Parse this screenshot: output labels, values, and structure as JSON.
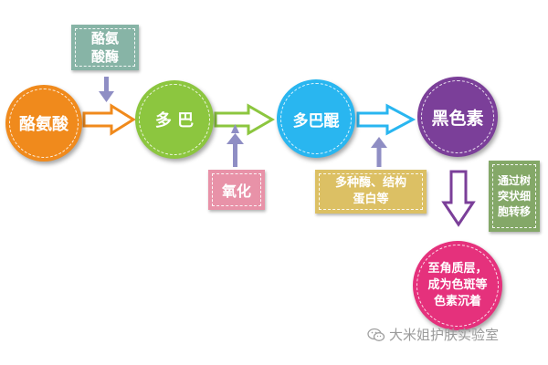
{
  "nodes": {
    "tyrosine": "酪氨酸",
    "dopa": "多 巴",
    "dopaquinone": "多巴醌",
    "melanin": "黑色素",
    "result": [
      "至角质层，",
      "成为色斑等",
      "色素沉着"
    ]
  },
  "labels": {
    "enzyme": [
      "酪氨",
      "酸酶"
    ],
    "oxidation": "氧化",
    "enzymes": [
      "多种酶、结构",
      "蛋白等"
    ],
    "transfer": [
      "通过树",
      "突状细",
      "胞转移"
    ]
  },
  "watermark": {
    "text": "大米姐护肤实验室",
    "icon": "wechat-icon"
  },
  "colors": {
    "tyrosine": "#f08a1c",
    "dopa": "#8cc63f",
    "dopaquinone": "#29b6f0",
    "melanin": "#7b3f99",
    "result": "#e5317c",
    "enzyme_box": "#87b4a6",
    "oxidation_box": "#e892a8",
    "enzymes_box": "#dcc064",
    "transfer_box": "#84a868",
    "connector_arrow": "#8f8ec4"
  }
}
